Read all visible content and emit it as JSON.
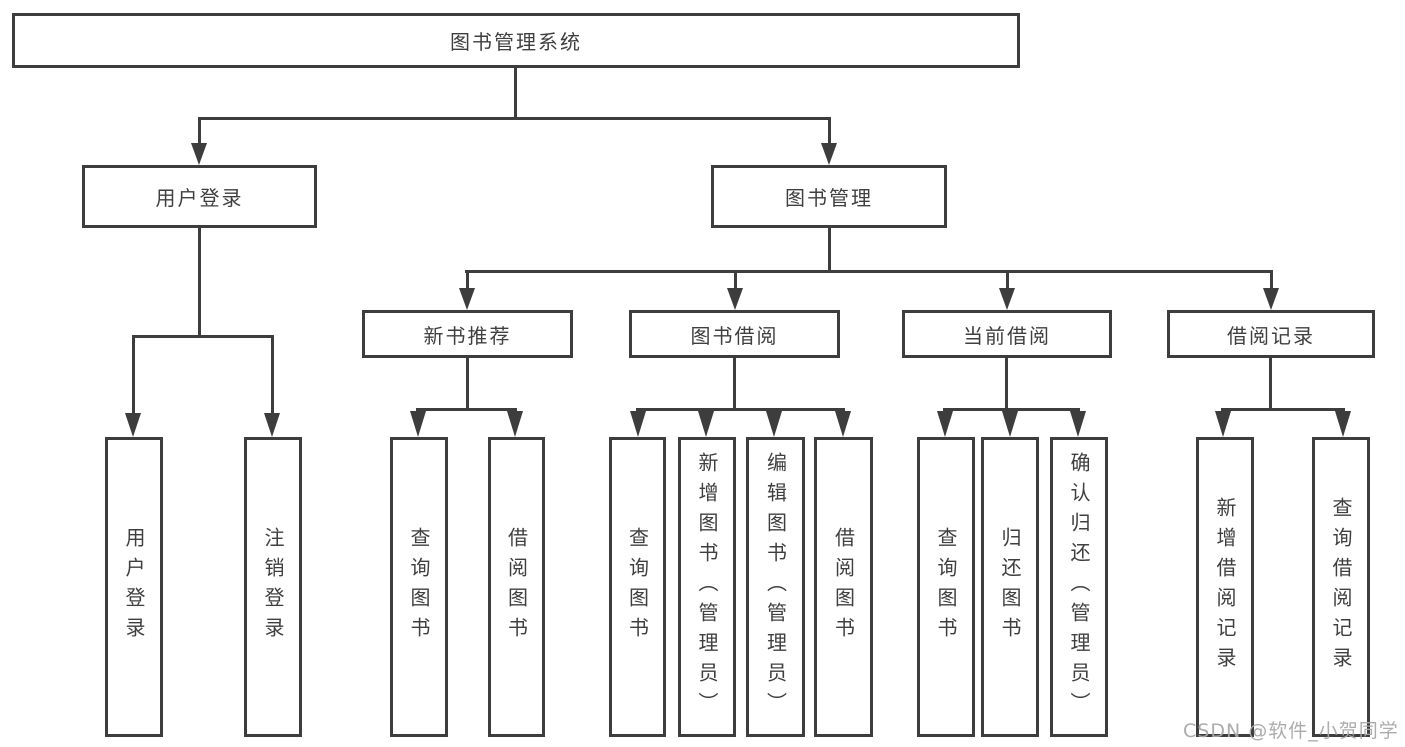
{
  "diagram": {
    "type": "hierarchy",
    "root": "图书管理系统",
    "level2": {
      "user_login": "用户登录",
      "book_management": "图书管理"
    },
    "level3": [
      "新书推荐",
      "图书借阅",
      "当前借阅",
      "借阅记录"
    ],
    "leaves": {
      "user_login_children": [
        "用户登录",
        "注销登录"
      ],
      "new_book_children": [
        "查询图书",
        "借阅图书"
      ],
      "book_borrow_children": [
        "查询图书",
        "新增图书（管理员）",
        "编辑图书（管理员）",
        "借阅图书"
      ],
      "current_borrow_children": [
        "查询图书",
        "归还图书",
        "确认归还（管理员）"
      ],
      "borrow_record_children": [
        "新增借阅记录",
        "查询借阅记录"
      ]
    },
    "edges": [
      "图书管理系统 -> 用户登录",
      "图书管理系统 -> 图书管理",
      "用户登录 -> 用户登录",
      "用户登录 -> 注销登录",
      "图书管理 -> 新书推荐",
      "图书管理 -> 图书借阅",
      "图书管理 -> 当前借阅",
      "图书管理 -> 借阅记录",
      "新书推荐 -> 查询图书",
      "新书推荐 -> 借阅图书",
      "图书借阅 -> 查询图书",
      "图书借阅 -> 新增图书（管理员）",
      "图书借阅 -> 编辑图书（管理员）",
      "图书借阅 -> 借阅图书",
      "当前借阅 -> 查询图书",
      "当前借阅 -> 归还图书",
      "当前借阅 -> 确认归还（管理员）",
      "借阅记录 -> 新增借阅记录",
      "借阅记录 -> 查询借阅记录"
    ]
  },
  "watermark": "CSDN @软件_小贺同学",
  "colors": {
    "line": "#3d3d3d",
    "text": "#3f3f3f",
    "background": "#ffffff",
    "watermark": "#a8a8a8"
  }
}
